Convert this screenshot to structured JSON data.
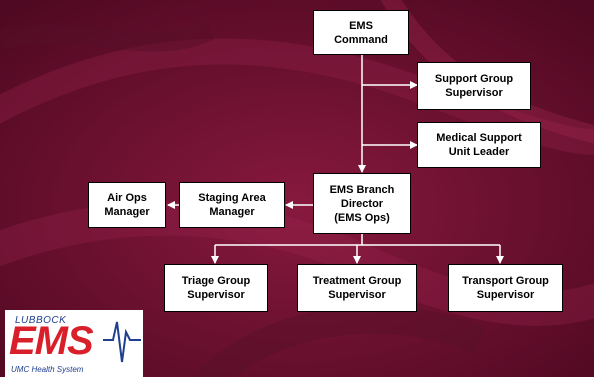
{
  "diagram": {
    "nodes": {
      "ems_command": [
        "EMS",
        "Command"
      ],
      "support_group_supervisor": [
        "Support Group",
        "Supervisor"
      ],
      "medical_support_unit_leader": [
        "Medical Support",
        "Unit Leader"
      ],
      "ems_branch_director": [
        "EMS Branch",
        "Director",
        "(EMS Ops)"
      ],
      "staging_area_manager": [
        "Staging Area",
        "Manager"
      ],
      "air_ops_manager": [
        "Air Ops",
        "Manager"
      ],
      "triage_group_supervisor": [
        "Triage Group",
        "Supervisor"
      ],
      "treatment_group_supervisor": [
        "Treatment Group",
        "Supervisor"
      ],
      "transport_group_supervisor": [
        "Transport Group",
        "Supervisor"
      ]
    }
  },
  "logo": {
    "top_text": "LUBBOCK",
    "main_text": "EMS",
    "sub_text": "UMC Health System"
  },
  "colors": {
    "background": "#6e0f2e",
    "node_fill": "#ffffff",
    "connector": "#ffffff",
    "logo_red": "#d81f2a",
    "logo_blue": "#1f3f8f"
  }
}
